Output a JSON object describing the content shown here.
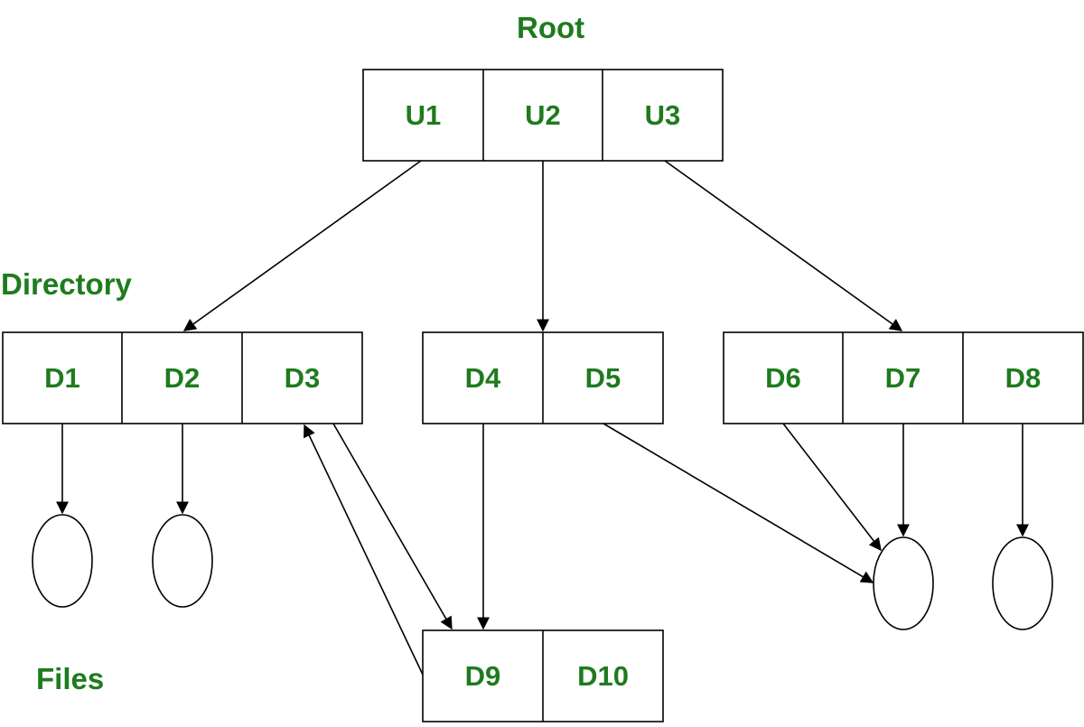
{
  "labels": {
    "root": "Root",
    "directory": "Directory",
    "files": "Files"
  },
  "root_row": [
    "U1",
    "U2",
    "U3"
  ],
  "directories": {
    "group_a": [
      "D1",
      "D2",
      "D3"
    ],
    "group_b": [
      "D4",
      "D5"
    ],
    "group_c": [
      "D6",
      "D7",
      "D8"
    ],
    "group_d": [
      "D9",
      "D10"
    ]
  },
  "colors": {
    "label_green": "#1e7b1e",
    "stroke": "#000000"
  }
}
